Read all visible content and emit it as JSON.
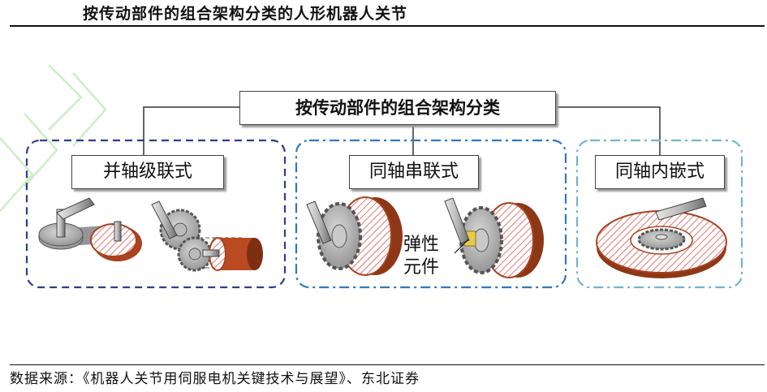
{
  "title": "按传动部件的组合架构分类的人形机器人关节",
  "root": {
    "label": "按传动部件的组合架构分类"
  },
  "categories": [
    {
      "label": "并轴级联式"
    },
    {
      "label": "同轴串联式"
    },
    {
      "label": "同轴内嵌式"
    }
  ],
  "annotation": {
    "line1": "弹性",
    "line2": "元件"
  },
  "source": "数据来源：《机器人关节用伺服电机关键技术与展望》、东北证券",
  "colors": {
    "group1_border": "#2b3f8f",
    "group2_border": "#2e78c4",
    "group3_border": "#6fb6cf",
    "motor": "#c4532a",
    "gear": "#9a9a9a",
    "watermark": "#cdeec4"
  }
}
